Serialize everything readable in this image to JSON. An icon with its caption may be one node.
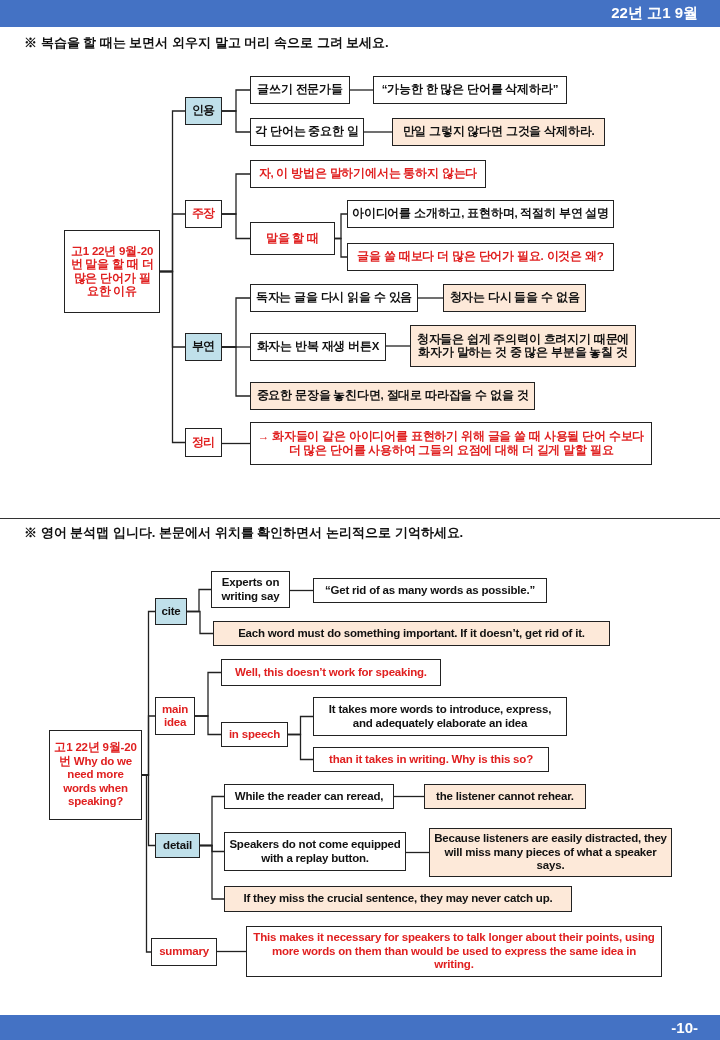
{
  "diagram": {
    "nodes": [
      {
        "text": [
          "고1 22년 9월-20번 말을 할 때 더 많은 단어가 필요한 이유"
        ]
      },
      {
        "text": [
          "인용"
        ]
      },
      {
        "text": [
          "글쓰기 전문가들"
        ]
      },
      {
        "text": [
          "“가능한 한 많은 단어를 삭제하라”"
        ]
      },
      {
        "text": [
          "각 단어는 중요한 일"
        ]
      },
      {
        "text": [
          "만일 그렇지 않다면 그것을 삭제하라."
        ]
      },
      {
        "text": [
          "주장"
        ]
      },
      {
        "text": [
          "자, 이 방법은 말하기에서는 통하지 않는다"
        ]
      },
      {
        "text": [
          "말을 할 때"
        ]
      },
      {
        "text": [
          "아이디어를 소개하고, 표현하며, 적절히 부연 설명"
        ]
      },
      {
        "text": [
          "글을 쓸 때보다 더 많은 단어가 필요. 이것은 왜?"
        ]
      },
      {
        "text": [
          "부연"
        ]
      },
      {
        "text": [
          "독자는 글을 다시 읽을 수 있음"
        ]
      },
      {
        "text": [
          "청자는 다시 들을 수 없음"
        ]
      },
      {
        "text": [
          "화자는 반복 재생 버튼X"
        ]
      },
      {
        "text": [
          "청자들은 쉽게 주의력이 흐려지기 때문에 화자가 말하는 것 중 많은 부분을 놓칠 것"
        ]
      },
      {
        "text": [
          "중요한 문장을 놓친다면, 절대로 따라잡을 수 없을 것"
        ]
      },
      {
        "text": [
          "정리"
        ]
      },
      {
        "text": [
          "→ 화자들이 같은 아이디어를 표현하기 위해 글을 쓸 때 사용될 단어 수보다 더 많은 단어를 사용하여 그들의 요점에 대해 더 길게 말할 필요"
        ]
      },
      {
        "text": [
          "고1 22년 9월-20번 Why do we need more words when speaking?"
        ]
      },
      {
        "text": [
          "cite"
        ]
      },
      {
        "text": [
          "Experts on writing say"
        ]
      },
      {
        "text": [
          "“Get rid of as many words as possible.”"
        ]
      },
      {
        "text": [
          "Each word must do something important. If it doesn’t, get rid of it."
        ]
      },
      {
        "text": [
          "main idea"
        ]
      },
      {
        "text": [
          "Well, this doesn’t work for speaking."
        ]
      },
      {
        "text": [
          "in speech"
        ]
      },
      {
        "text": [
          "It takes more words to introduce, express, and adequately elaborate an idea"
        ]
      },
      {
        "text": [
          "than it takes in writing. Why is this so?"
        ]
      },
      {
        "text": [
          "detail"
        ]
      },
      {
        "text": [
          "While the reader can reread,"
        ]
      },
      {
        "text": [
          "the listener cannot rehear."
        ]
      },
      {
        "text": [
          "Speakers do not come equipped with a replay button."
        ]
      },
      {
        "text": [
          "Because listeners are easily distracted, they will miss many pieces of what a speaker says."
        ]
      },
      {
        "text": [
          "If they miss the crucial sentence, they may never catch up."
        ]
      },
      {
        "text": [
          "summary"
        ]
      },
      {
        "text": [
          "This makes it necessary for speakers to talk longer about their points, using more words on them than would be used to express the same idea in writing."
        ]
      }
    ],
    "edges": [
      {
        "from": 0,
        "to": 1,
        "arrow": "none"
      },
      {
        "from": 0,
        "to": 6,
        "arrow": "none"
      },
      {
        "from": 0,
        "to": 11,
        "arrow": "none"
      },
      {
        "from": 0,
        "to": 17,
        "arrow": "none"
      },
      {
        "from": 1,
        "to": 2,
        "arrow": "none"
      },
      {
        "from": 1,
        "to": 4,
        "arrow": "none"
      },
      {
        "from": 2,
        "to": 3,
        "arrow": "none"
      },
      {
        "from": 4,
        "to": 5,
        "arrow": "none"
      },
      {
        "from": 6,
        "to": 7,
        "arrow": "none"
      },
      {
        "from": 6,
        "to": 8,
        "arrow": "none"
      },
      {
        "from": 8,
        "to": 9,
        "arrow": "none"
      },
      {
        "from": 8,
        "to": 10,
        "arrow": "none"
      },
      {
        "from": 11,
        "to": 12,
        "arrow": "none"
      },
      {
        "from": 11,
        "to": 14,
        "arrow": "none"
      },
      {
        "from": 11,
        "to": 16,
        "arrow": "none"
      },
      {
        "from": 12,
        "to": 13,
        "arrow": "none"
      },
      {
        "from": 14,
        "to": 15,
        "arrow": "none"
      },
      {
        "from": 17,
        "to": 18,
        "arrow": "none"
      },
      {
        "from": 19,
        "to": 20,
        "arrow": "none"
      },
      {
        "from": 19,
        "to": 24,
        "arrow": "none"
      },
      {
        "from": 19,
        "to": 29,
        "arrow": "none"
      },
      {
        "from": 19,
        "to": 35,
        "arrow": "none"
      },
      {
        "from": 20,
        "to": 21,
        "arrow": "none"
      },
      {
        "from": 20,
        "to": 23,
        "arrow": "none"
      },
      {
        "from": 21,
        "to": 22,
        "arrow": "none"
      },
      {
        "from": 24,
        "to": 25,
        "arrow": "none"
      },
      {
        "from": 24,
        "to": 26,
        "arrow": "none"
      },
      {
        "from": 26,
        "to": 27,
        "arrow": "none"
      },
      {
        "from": 26,
        "to": 28,
        "arrow": "none"
      },
      {
        "from": 29,
        "to": 30,
        "arrow": "none"
      },
      {
        "from": 29,
        "to": 32,
        "arrow": "none"
      },
      {
        "from": 29,
        "to": 34,
        "arrow": "none"
      },
      {
        "from": 30,
        "to": 31,
        "arrow": "none"
      },
      {
        "from": 32,
        "to": 33,
        "arrow": "none"
      },
      {
        "from": 35,
        "to": 36,
        "arrow": "none"
      }
    ],
    "labels": [
      "22년 고1 9월",
      "※ 복습을 할 때는 보면서 외우지 말고 머리 속으로 그려 보세요.",
      "※ 영어 분석맵 입니다. 본문에서 위치를 확인하면서 논리적으로 기억하세요.",
      "-10-"
    ]
  }
}
